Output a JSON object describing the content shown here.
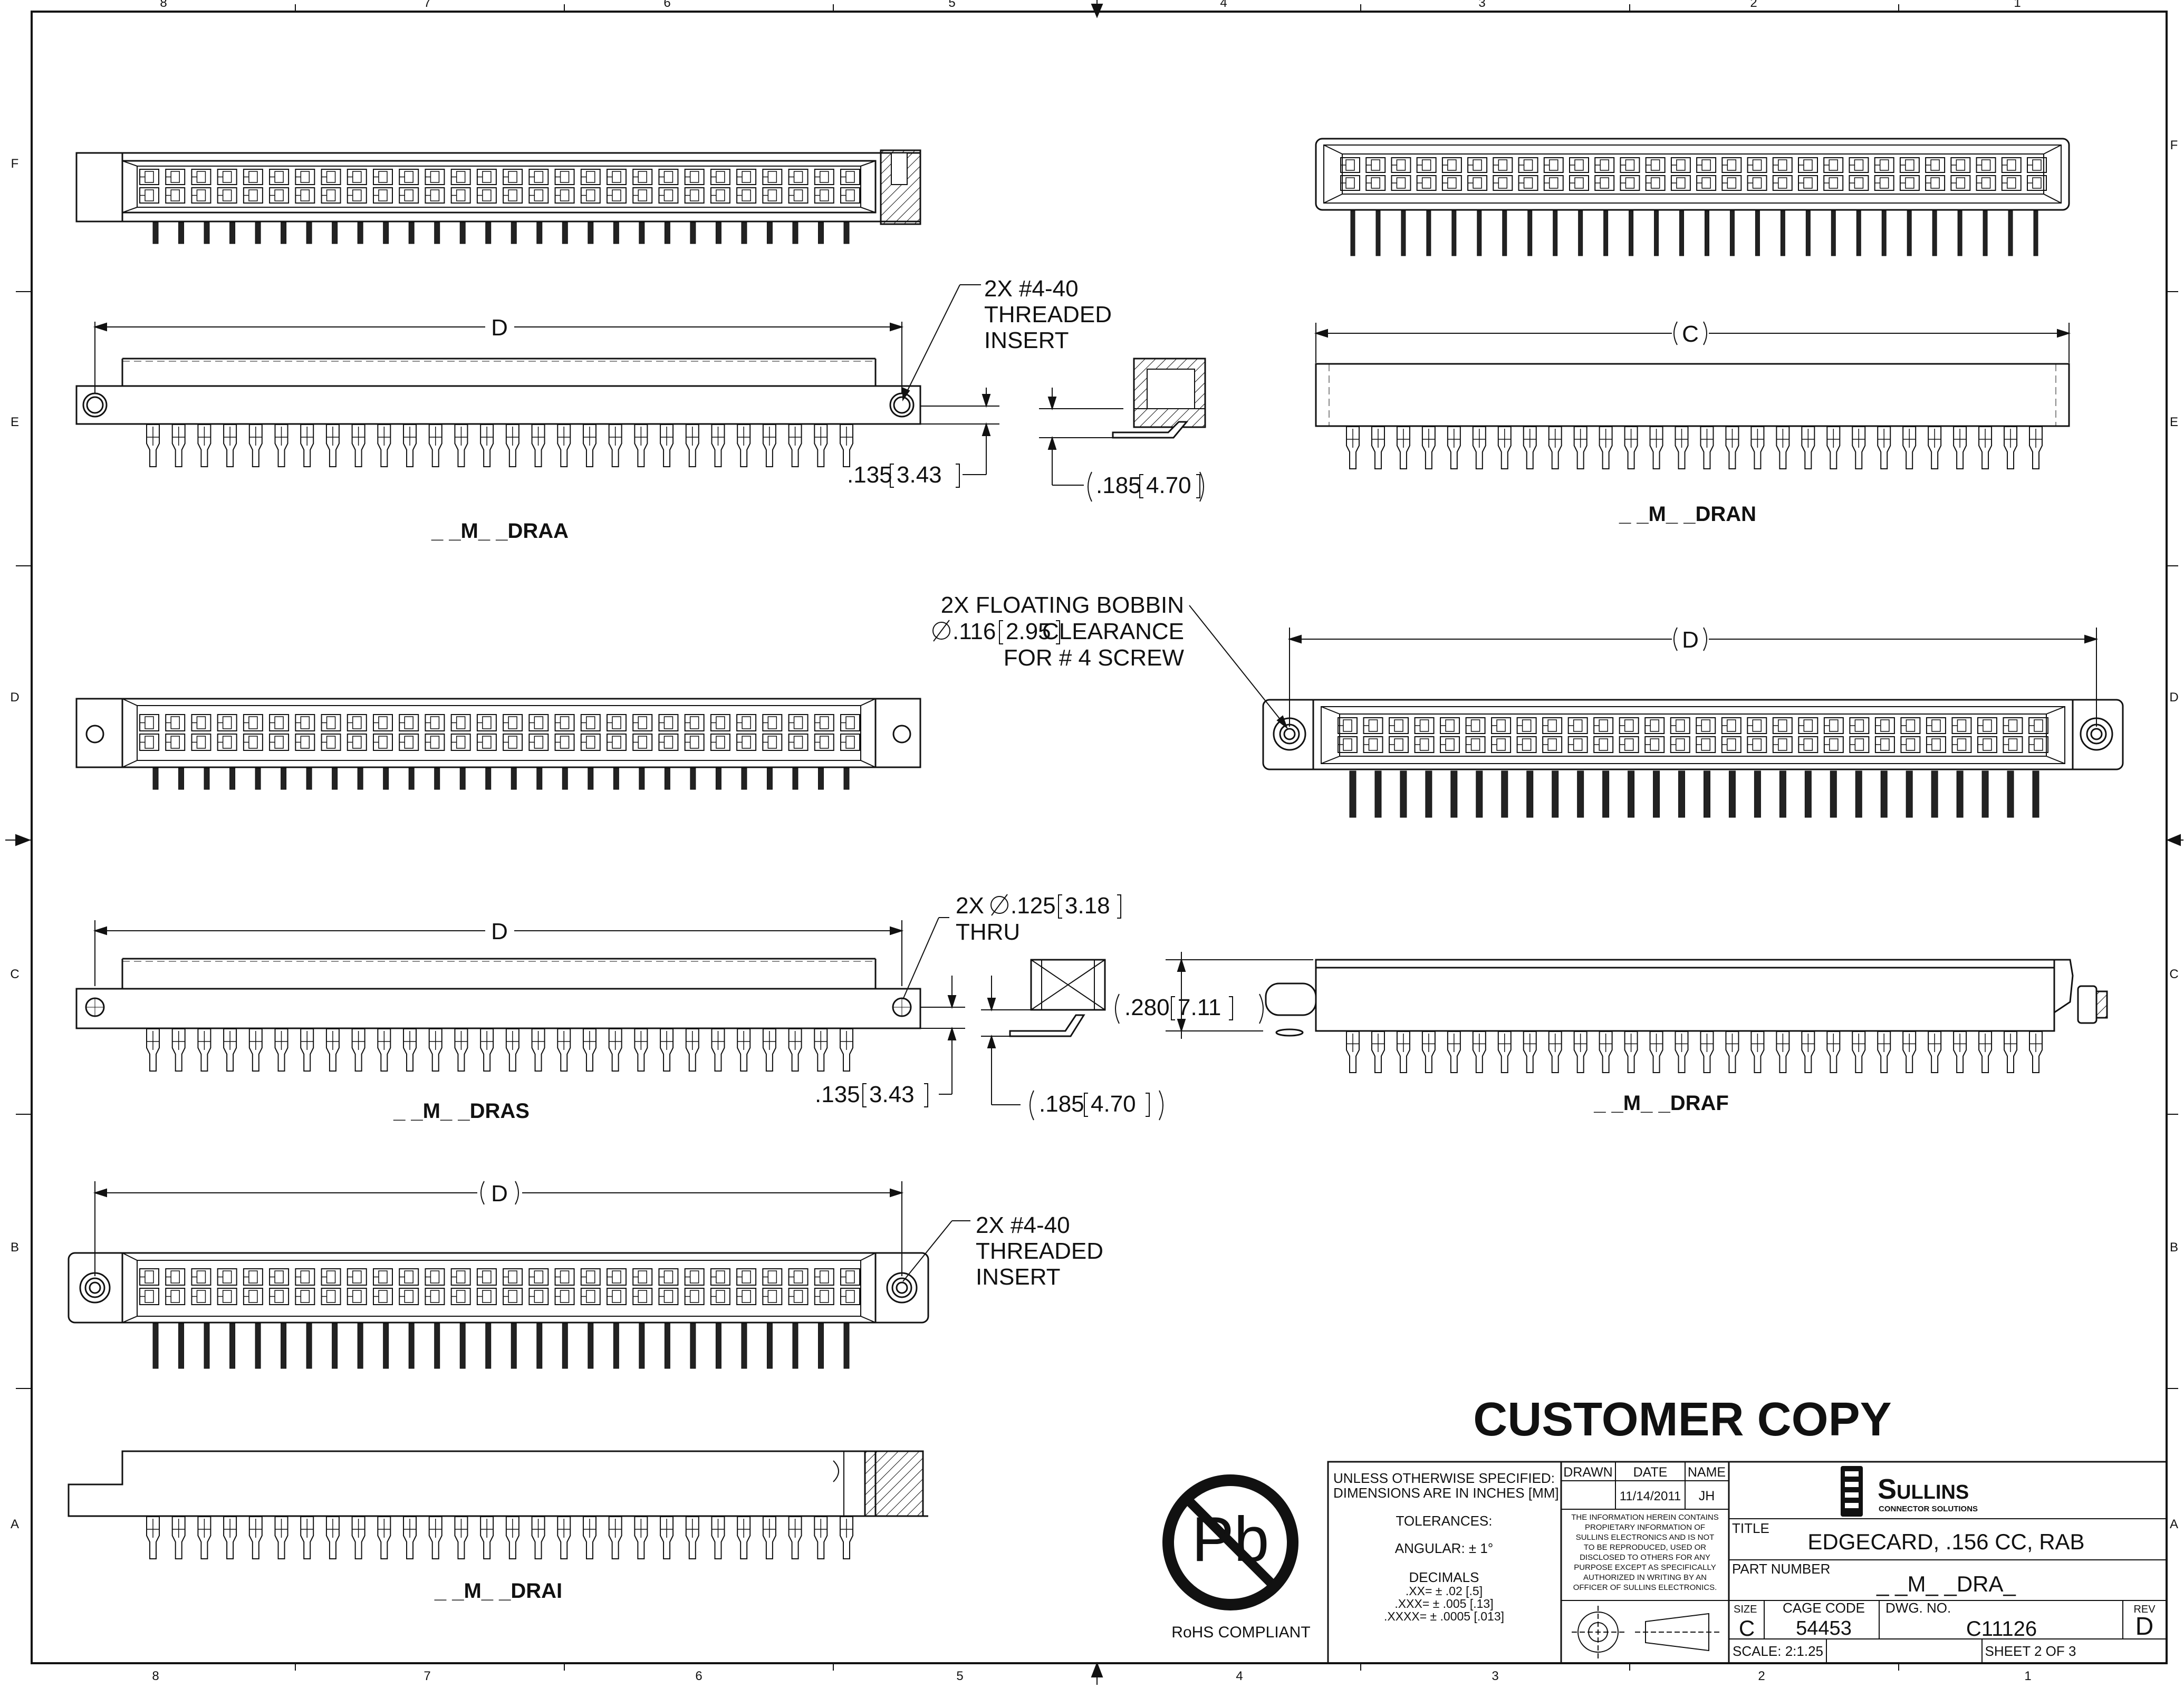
{
  "border": {
    "columns_top": [
      "8",
      "7",
      "6",
      "5",
      "4",
      "3",
      "2",
      "1"
    ],
    "columns_bottom": [
      "8",
      "7",
      "6",
      "5",
      "4",
      "3",
      "2",
      "1"
    ],
    "rows": [
      "F",
      "E",
      "D",
      "C",
      "B",
      "A"
    ]
  },
  "views": {
    "draa": {
      "label": "_ _M_ _DRAA",
      "dim": "D",
      "callout": [
        "2X #4-40",
        "THREADED",
        "INSERT"
      ],
      "dim_small": ".135",
      "dim_small_mm": "3.43",
      "dim_side": ".185",
      "dim_side_mm": "4.70"
    },
    "dran": {
      "label": "_ _M_ _DRAN",
      "dim": "C"
    },
    "draf": {
      "label": "_ _M_ _DRAF",
      "dim": "D",
      "callout": [
        "2X  FLOATING BOBBIN",
        ".116",
        "2.95",
        "CLEARANCE",
        "FOR # 4 SCREW"
      ],
      "dim_height": ".280",
      "dim_height_mm": "7.11"
    },
    "dras": {
      "label": "_ _M_ _DRAS",
      "dim": "D",
      "callout": [
        "2X",
        ".125",
        "3.18",
        "THRU"
      ],
      "dim_small": ".135",
      "dim_small_mm": "3.43",
      "dim_side": ".185",
      "dim_side_mm": "4.70"
    },
    "drab": {
      "dim": "D",
      "callout": [
        "2X #4-40",
        "THREADED",
        "INSERT"
      ]
    },
    "drai": {
      "label": "_ _M_ _DRAI"
    }
  },
  "stamp": "CUSTOMER COPY",
  "rohs": {
    "symbol": "Pb",
    "label": "RoHS COMPLIANT"
  },
  "title_block": {
    "unless": [
      "UNLESS OTHERWISE SPECIFIED:",
      "DIMENSIONS ARE IN INCHES [MM]"
    ],
    "tolerances": "TOLERANCES:",
    "angular": "ANGULAR: ± 1°",
    "decimals": "DECIMALS",
    "dec_lines": [
      ".XX= ± .02 [.5]",
      ".XXX= ± .005 [.13]",
      ".XXXX= ± .0005 [.013]"
    ],
    "drawn_label": "DRAWN",
    "date_label": "DATE",
    "name_label": "NAME",
    "date": "11/14/2011",
    "name": "JH",
    "proprietary": [
      "THE INFORMATION HEREIN CONTAINS",
      "PROPIETARY INFORMATION OF",
      "SULLINS ELECTRONICS AND IS NOT",
      "TO BE REPRODUCED, USED OR",
      "DISCLOSED TO OTHERS FOR ANY",
      "PURPOSE EXCEPT AS SPECIFICALLY",
      "AUTHORIZED IN WRITING BY AN",
      "OFFICER OF SULLINS ELECTRONICS."
    ],
    "company": "Sullins",
    "company_sub": "CONNECTOR SOLUTIONS",
    "title_label": "TITLE",
    "title": "EDGECARD, .156 CC, RAB",
    "part_label": "PART NUMBER",
    "part": "_ _M_ _DRA_",
    "size_label": "SIZE",
    "size": "C",
    "cage_label": "CAGE CODE",
    "cage": "54453",
    "dwg_label": "DWG.  NO.",
    "dwg": "C11126",
    "rev_label": "REV",
    "rev": "D",
    "scale": "SCALE:  2:1.25",
    "sheet": "SHEET 2 OF 3"
  },
  "colors": {
    "line": "#111111",
    "paper": "#ffffff"
  }
}
